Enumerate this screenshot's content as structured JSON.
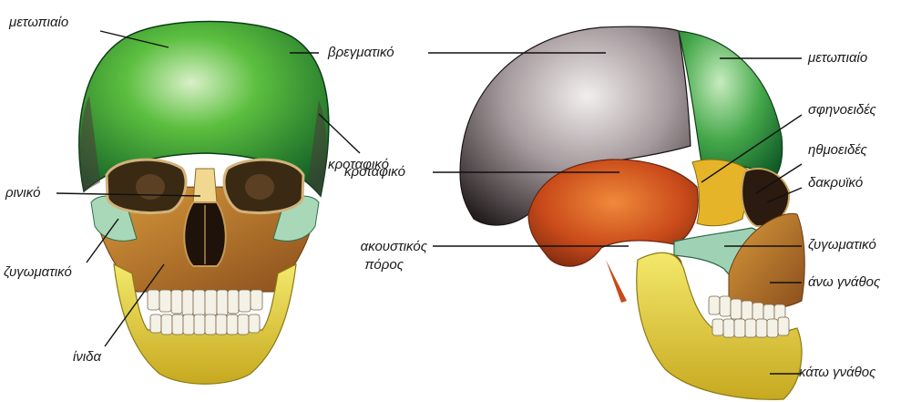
{
  "labels": {
    "front_frontal": "μετωπιαίο",
    "parietal": "βρεγματικό",
    "temporal": "κροταφικό",
    "front_nasal": "ρινικό",
    "front_zygomatic": "ζυγωματικό",
    "front_vomer": "ίνιδα",
    "side_frontal": "μετωπιαίο",
    "side_sphenoid": "σφηνοειδές",
    "side_ethmoid": "ηθμοειδές",
    "side_lacrimal": "δακρυϊκό",
    "side_temporal": "κροταφικό",
    "side_ear_canal_1": "ακουστικός",
    "side_ear_canal_2": "πόρος",
    "side_zygomatic": "ζυγωματικό",
    "side_maxilla": "άνω γνάθος",
    "side_mandible": "κάτω γνάθος"
  },
  "bone_colors": {
    "frontal": "#2e9a3a",
    "parietal": "#8c8c8c",
    "temporal": "#c8501e",
    "sphenoid": "#e6b428",
    "zygomatic": "#9fd2b4",
    "maxilla": "#b46e28",
    "mandible": "#e6d246",
    "teeth": "#f4f1e6"
  }
}
